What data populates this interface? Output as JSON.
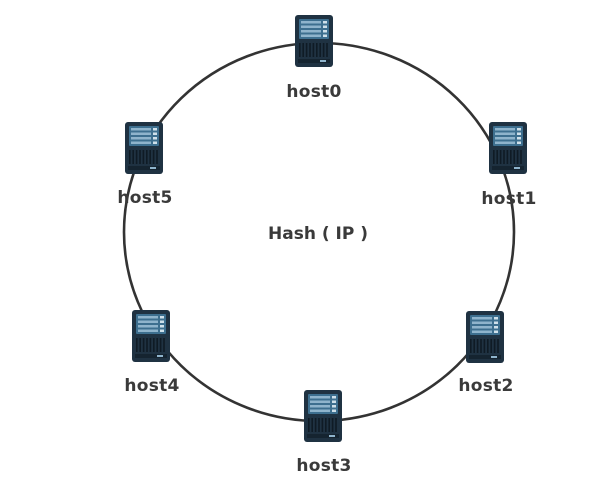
{
  "diagram": {
    "center_label": "Hash ( IP )",
    "ring_color": "#333333",
    "server_icon": "server-icon",
    "server_colors": {
      "body": "#1f3242",
      "panel": "#3d6f8f",
      "slot": "#8fb4cc",
      "base": "#152430"
    },
    "hosts": [
      {
        "name": "host0"
      },
      {
        "name": "host1"
      },
      {
        "name": "host2"
      },
      {
        "name": "host3"
      },
      {
        "name": "host4"
      },
      {
        "name": "host5"
      }
    ]
  }
}
